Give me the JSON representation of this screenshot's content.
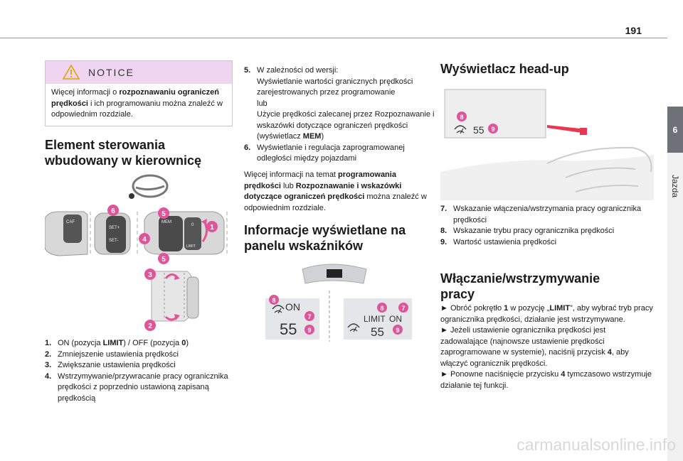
{
  "page": {
    "number": "191",
    "chapter_number": "6",
    "chapter_label": "Jazda"
  },
  "notice": {
    "title": "NOTICE",
    "text_1": "Więcej informacji o ",
    "text_bold": "rozpoznawaniu ograniczeń prędkości",
    "text_2": " i ich programowaniu można znaleźć w odpowiednim rozdziale."
  },
  "element": {
    "heading_line1": "Element sterowania",
    "heading_line2": "wbudowany w kierownicę",
    "callouts": [
      "6",
      "5",
      "4",
      "1",
      "5",
      "3",
      "2"
    ],
    "items": [
      {
        "num": "1.",
        "pre": "ON (pozycja ",
        "bold1": "LIMIT",
        "mid": ") / OFF (pozycja ",
        "bold2": "0",
        "post": ")"
      },
      {
        "num": "2.",
        "text": "Zmniejszenie ustawienia prędkości"
      },
      {
        "num": "3.",
        "text": "Zwiększanie ustawienia prędkości"
      },
      {
        "num": "4.",
        "text": "Wstrzymywanie/przywracanie pracy ogranicznika prędkości z poprzednio ustawioną zapisaną prędkością"
      }
    ],
    "stalk_labels": {
      "mem": "MEM",
      "set_plus": "SET+",
      "set_minus": "SET-",
      "limit": "LIMIT",
      "zero": "0"
    }
  },
  "mid_list": [
    {
      "num": "5.",
      "line1": "W zależności od wersji:",
      "line2": "Wyświetlanie wartości granicznych prędkości zarejestrowanych przez programowanie",
      "line3": "lub",
      "line4_pre": "Użycie prędkości zalecanej przez Rozpoznawanie i wskazówki dotyczące ograniczeń prędkości (wyświetlacz ",
      "line4_bold": "MEM",
      "line4_post": ")"
    },
    {
      "num": "6.",
      "text": "Wyświetlanie i regulacja zaprogramowanej odległości między pojazdami"
    }
  ],
  "mid_para": {
    "p1": "Więcej informacji na temat ",
    "b1": "programowania prędkości",
    "p2": " lub ",
    "b2": "Rozpoznawanie i wskazówki dotyczące ograniczeń prędkości",
    "p3": " można znaleźć w odpowiednim rozdziale."
  },
  "info": {
    "heading_line1": "Informacje wyświetlane na",
    "heading_line2": "panelu wskaźników",
    "panel_left": {
      "on": "ON",
      "speed": "55",
      "callouts": [
        "8",
        "7",
        "9"
      ]
    },
    "panel_right": {
      "limit": "LIMIT",
      "on": "ON",
      "speed": "55",
      "callouts": [
        "8",
        "7",
        "9"
      ]
    }
  },
  "hud": {
    "heading": "Wyświetlacz head-up",
    "screen": {
      "speed": "55",
      "callouts": [
        "8",
        "9"
      ]
    },
    "items": [
      {
        "num": "7.",
        "text": "Wskazanie włączenia/wstrzymania pracy ogranicznika prędkości"
      },
      {
        "num": "8.",
        "text": "Wskazanie trybu pracy ogranicznika prędkości"
      },
      {
        "num": "9.",
        "text": "Wartość ustawienia prędkości"
      }
    ]
  },
  "onoff": {
    "heading_line1": "Włączanie/wstrzymywanie",
    "heading_line2": "pracy",
    "p1_pre": "► Obróć pokrętło ",
    "p1_bold1": "1",
    "p1_mid": " w pozycję „",
    "p1_bold2": "LIMIT",
    "p1_post": "”, aby wybrać tryb pracy ogranicznika prędkości, działanie jest wstrzymywane.",
    "p2_pre": "► Jeżeli ustawienie ogranicznika prędkości jest zadowalające (najnowsze ustawienie prędkości zaprogramowane w systemie), naciśnij przycisk ",
    "p2_bold": "4",
    "p2_post": ", aby włączyć ogranicznik prędkości.",
    "p3_pre": "► Ponowne naciśnięcie przycisku ",
    "p3_bold": "4",
    "p3_post": " tymczasowo wstrzymuje działanie tej funkcji."
  },
  "footer": {
    "watermark": "carmanualsonline.info"
  },
  "colors": {
    "callout_pink": "#e0559a",
    "notice_header": "#f0d5f0",
    "chapter_tab": "#6e7278",
    "hud_beam": "#e8374f"
  }
}
